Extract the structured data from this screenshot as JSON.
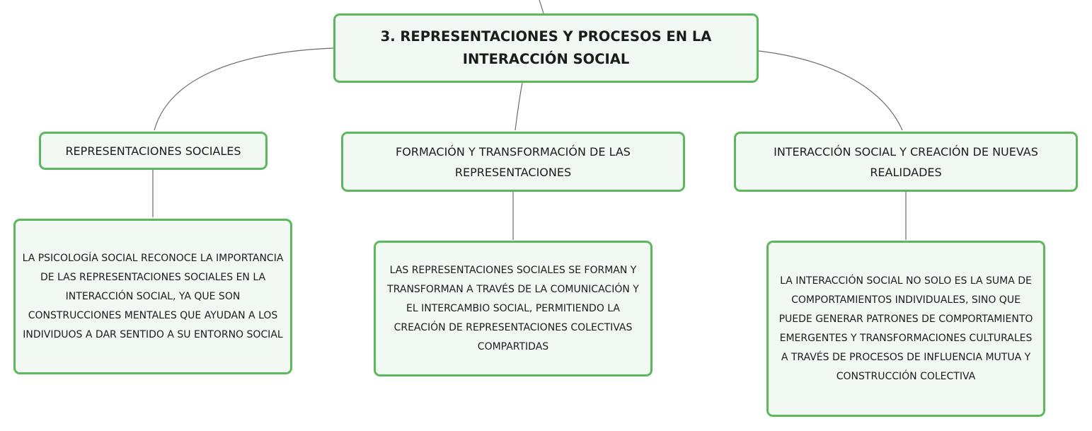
{
  "root": {
    "title": "3. REPRESENTACIONES Y PROCESOS EN LA INTERACCIÓN SOCIAL"
  },
  "topics": [
    {
      "title": "REPRESENTACIONES SOCIALES",
      "detail": "LA PSICOLOGÍA SOCIAL RECONOCE LA IMPORTANCIA DE LAS REPRESENTACIONES SOCIALES EN LA INTERACCIÓN SOCIAL, YA QUE SON CONSTRUCCIONES MENTALES QUE AYUDAN A LOS INDIVIDUOS A DAR SENTIDO A SU ENTORNO SOCIAL"
    },
    {
      "title": "FORMACIÓN Y TRANSFORMACIÓN DE LAS REPRESENTACIONES",
      "detail": "LAS REPRESENTACIONES SOCIALES SE FORMAN Y TRANSFORMAN A TRAVÉS DE LA COMUNICACIÓN Y EL INTERCAMBIO SOCIAL, PERMITIENDO LA CREACIÓN DE REPRESENTACIONES COLECTIVAS COMPARTIDAS"
    },
    {
      "title": "INTERACCIÓN SOCIAL Y CREACIÓN DE NUEVAS REALIDADES",
      "detail": "LA INTERACCIÓN SOCIAL NO SOLO ES LA SUMA DE COMPORTAMIENTOS INDIVIDUALES, SINO QUE PUEDE GENERAR PATRONES DE COMPORTAMIENTO EMERGENTES Y TRANSFORMACIONES CULTURALES A TRAVÉS DE PROCESOS DE INFLUENCIA MUTUA Y CONSTRUCCIÓN COLECTIVA"
    }
  ],
  "colors": {
    "node_border": "#5cb85c",
    "node_fill": "#f1f9f2",
    "connector": "#6b6b6b",
    "text": "#1c1c1c"
  }
}
